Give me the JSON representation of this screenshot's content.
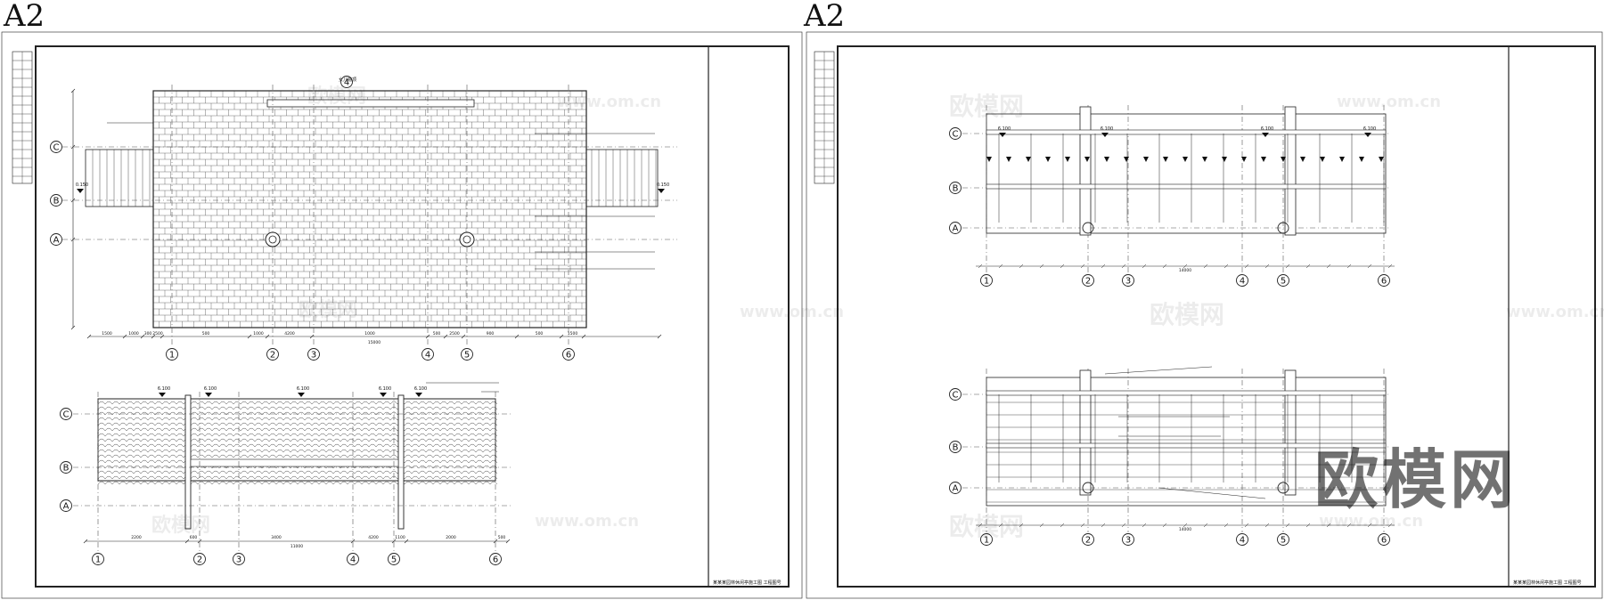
{
  "sheets": [
    {
      "label": "A2"
    },
    {
      "label": "A2"
    }
  ],
  "watermark": {
    "brand": "欧模网",
    "url": "www.om.cn"
  },
  "logo": {
    "text": "欧模网"
  },
  "grid_labels": {
    "rows": [
      "C",
      "B",
      "A"
    ],
    "cols": [
      "1",
      "2",
      "3",
      "4",
      "5",
      "6"
    ]
  },
  "dims": {
    "plan_top": [
      "1500",
      "1000",
      "300",
      "2500",
      "500",
      "1000",
      "4200",
      "1000",
      "500",
      "2500",
      "900",
      "500",
      "1500"
    ],
    "plan_total": "15000",
    "elev_bottom": [
      "2200",
      "600",
      "3400",
      "4200",
      "1100",
      "2000",
      "500"
    ],
    "elev_total": "11000",
    "right_total": "14000"
  },
  "levels": [
    "6.100",
    "6.100",
    "6.100",
    "6.100",
    "4.000",
    "0.150"
  ],
  "notes": {
    "top_callout": "女儿墙顶",
    "title_block": "某某某园林休闲亭施工图 工程图号"
  },
  "colors": {
    "line": "#222222",
    "dashed": "#555555",
    "brick": "#333333"
  }
}
